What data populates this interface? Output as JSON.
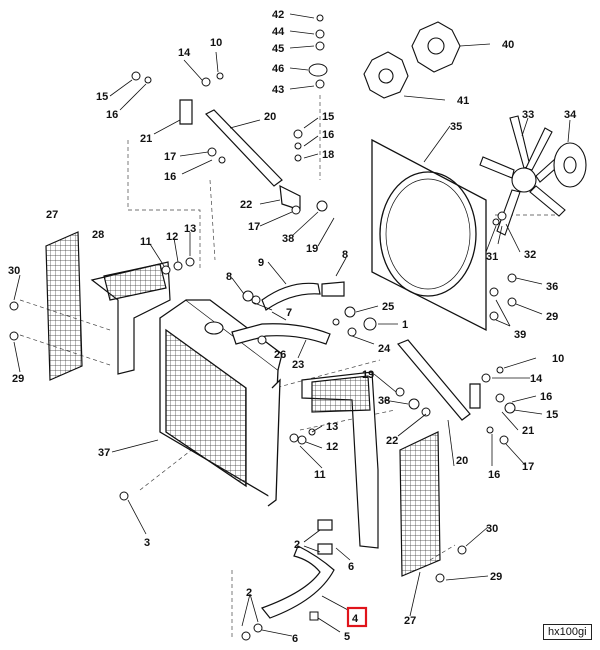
{
  "figure_id": "hx100gi",
  "highlighted_callout": "4",
  "highlight_color": "#e0141b",
  "callouts": [
    "42",
    "44",
    "45",
    "46",
    "43",
    "40",
    "41",
    "14",
    "10",
    "15",
    "16",
    "21",
    "20",
    "15",
    "16",
    "18",
    "35",
    "33",
    "34",
    "17",
    "16",
    "22",
    "17",
    "38",
    "19",
    "27",
    "28",
    "11",
    "12",
    "13",
    "30",
    "29",
    "9",
    "8",
    "8",
    "7",
    "25",
    "1",
    "24",
    "26",
    "23",
    "31",
    "32",
    "36",
    "29",
    "39",
    "10",
    "14",
    "19",
    "38",
    "16",
    "15",
    "22",
    "21",
    "13",
    "12",
    "37",
    "11",
    "20",
    "16",
    "17",
    "3",
    "2",
    "6",
    "2",
    "6",
    "5",
    "4",
    "30",
    "29",
    "27"
  ]
}
